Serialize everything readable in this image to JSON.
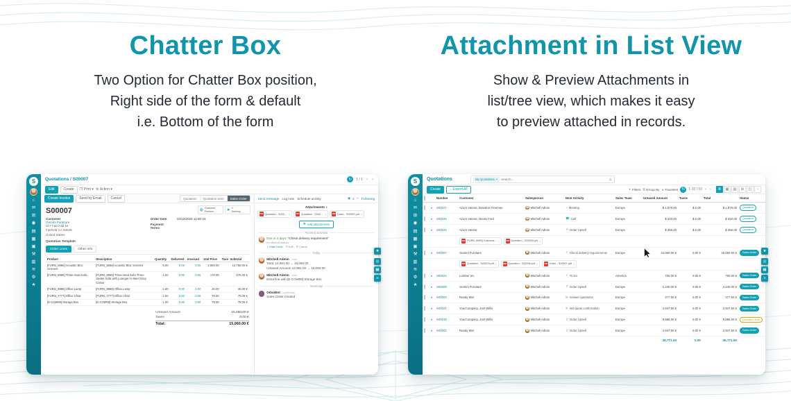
{
  "hero": {
    "left": {
      "title": "Chatter Box",
      "line1": "Two Option for Chatter Box position,",
      "line2": "Right side of the form & default",
      "line3": "i.e. Bottom of the form"
    },
    "right": {
      "title": "Attachment in List View",
      "line1": "Show & Preview Attachments in",
      "line2": "list/tree view, which makes it easy",
      "line3": "to preview attached in records."
    }
  },
  "colors": {
    "accent": "#1195ad",
    "sidebar_teal": "#0f8fa3",
    "button_teal": "#12a0b3",
    "pdf_red": "#e03c31",
    "heading_teal": "#1195ad",
    "body_text": "#222a35",
    "wave_line": "#d9edf1",
    "sent_badge": "#d99e00",
    "activity_green": "#28a745"
  },
  "icons": {
    "logo": "S",
    "refresh": "↻",
    "print": "❒",
    "gear": "⚙",
    "caret_down": "▾",
    "chev_left": "‹",
    "chev_right": "›",
    "followers": "◉",
    "check": "✓",
    "close": "✗",
    "close_x": "×",
    "edit_pencil": "✎",
    "pdf": "PDF",
    "paperclip": "✚",
    "star": "★",
    "search": "◎",
    "apps": "▦",
    "menu": "≡",
    "filter": "▼",
    "group_by": "≣",
    "export_down": "↓",
    "globe": "◍",
    "truck": "➤",
    "expander": "▾",
    "view_list": "≣",
    "view_kanban": "▦",
    "view_calendar": "▤",
    "view_pivot": "⊞",
    "view_graph": "◫",
    "view_activity": "◔"
  },
  "sidebar": {
    "icons": [
      {
        "name": "home",
        "glyph": "⌂"
      },
      {
        "name": "discuss",
        "glyph": "✉"
      },
      {
        "name": "calendar",
        "glyph": "⊞"
      },
      {
        "name": "contacts",
        "glyph": "◉"
      },
      {
        "name": "sales",
        "glyph": "▤"
      },
      {
        "name": "invoicing",
        "glyph": "▦"
      },
      {
        "name": "inventory",
        "glyph": "▣"
      },
      {
        "name": "manufacturing",
        "glyph": "⚒"
      },
      {
        "name": "purchase",
        "glyph": "▥"
      },
      {
        "name": "accounting",
        "glyph": "≋"
      },
      {
        "name": "settings",
        "glyph": "⚙"
      },
      {
        "name": "apps",
        "glyph": "★"
      }
    ]
  },
  "form_app": {
    "breadcrumb": "Quotations / S00007",
    "toolbar": {
      "edit": "Edit",
      "create": "Create",
      "print": "Print",
      "action": "Action"
    },
    "pager": "1 / 1",
    "header_buttons": {
      "create_invoice": "Create Invoice",
      "send_by_email": "Send by Email",
      "cancel": "Cancel"
    },
    "statusbar": [
      "Quotation",
      "Quotation Sent",
      "Sales Order"
    ],
    "smart": {
      "b1_line1": "Customer",
      "b1_line2": "Preview",
      "b2_line1": "2",
      "b2_line2": "Delivery"
    },
    "record_name": "S00007",
    "fields": {
      "customer_label": "Customer",
      "customer_name": "Gemini Furniture",
      "addr1": "317 Fairchild Dr",
      "addr2": "Fairfield CA 94535",
      "addr3": "United States",
      "order_date_label": "Order Date",
      "order_date": "10/12/2022 11:00:23",
      "payment_terms_label": "Payment Terms",
      "quotation_template_label": "Quotation Template"
    },
    "tabs": {
      "order_lines": "Order Lines",
      "other_info": "Other Info"
    },
    "order_table": {
      "headers": [
        "Product",
        "Description",
        "Quantity",
        "Delivered",
        "Invoiced",
        "Unit Price",
        "Taxes",
        "Subtotal"
      ],
      "rows": [
        {
          "product": "[FURN_6666] Acoustic Bloc Screens",
          "description": "[FURN_6666] Acoustic Bloc Screens",
          "qty": "5.00",
          "delivered": "0.00",
          "invoiced": "0.00",
          "unit_price": "2,950.00",
          "taxes": "",
          "subtotal": "14,750.00 €"
        },
        {
          "product": "[FURN_8999] Three-Seat Sofa",
          "description": "[FURN_8999] Three-Seat Sofa  Three Seater Sofa with Lounger in Steel Grey Colour",
          "qty": "1.00",
          "delivered": "0.00",
          "invoiced": "0.00",
          "unit_price": "170.00",
          "taxes": "",
          "subtotal": "170.00 €"
        },
        {
          "product": "[FURN_8888] Office Lamp",
          "description": "[FURN_8888] Office Lamp",
          "qty": "1.00",
          "delivered": "0.00",
          "invoiced": "0.00",
          "unit_price": "40.00",
          "taxes": "",
          "subtotal": "40.00 €"
        },
        {
          "product": "[FURN_7777] Office Chair",
          "description": "[FURN_7777] Office Chair",
          "qty": "1.00",
          "delivered": "0.00",
          "invoiced": "0.00",
          "unit_price": "70.00",
          "taxes": "",
          "subtotal": "70.00 €"
        },
        {
          "product": "[E-COM08] Storage Box",
          "description": "[E-COM08] Storage Box",
          "qty": "1.00",
          "delivered": "0.00",
          "invoiced": "0.00",
          "unit_price": "79.00",
          "taxes": "",
          "subtotal": "79.00 €"
        }
      ]
    },
    "totals": {
      "untaxed_label": "Untaxed Amount:",
      "untaxed": "15,060.00 €",
      "taxes_label": "Taxes",
      "taxes": "0.00 €",
      "total_label": "Total:",
      "total": "15,060.00 €"
    },
    "chatter": {
      "send_message": "Send message",
      "log_note": "Log note",
      "schedule_activity": "Schedule activity",
      "followers_count": "2",
      "following": "Following",
      "attachments_title": "Attachments",
      "attachments": [
        "Quotation - S00023.pdf",
        "Quotation - S00036.pdf",
        "Order - S00007.pdf"
      ],
      "add_attachments": "Add attachments",
      "planned_activities": "Planned activities",
      "activity": {
        "due": "Due in 4 days:",
        "title": "“Check delivery requirement”",
        "assignee": "for Mitchell Admin",
        "mark_done": "Mark Done",
        "edit": "Edit",
        "cancel": "Cancel"
      },
      "today": "Today",
      "msg1": {
        "author": "Mitchell Admin",
        "time": "- now",
        "line1": "Total: 14,981.00 → 15,060.00",
        "line2": "Untaxed Amount: 14,981.00 → 15,060.00"
      },
      "msg2": {
        "author": "Mitchell Admin",
        "time": "- now",
        "line1": "Extra line with [E-COM08] Storage Box"
      },
      "yesterday": "Yesterday",
      "msg3": {
        "author": "OdooBot",
        "time": "- yesterday",
        "line1": "Sales Order created"
      }
    }
  },
  "list_app": {
    "title": "Quotations",
    "search": {
      "chip": "My Quotations",
      "placeholder": "Search..."
    },
    "toolbar": {
      "create": "Create",
      "export_all": "Export All"
    },
    "controls": {
      "filters": "Filters",
      "group_by": "Group By",
      "favorites": "Favorites"
    },
    "pager": "1-10 / 10",
    "headers": [
      "Number",
      "Customer",
      "Salesperson",
      "Next Activity",
      "Sales Team",
      "Untaxed Amount",
      "Taxes",
      "Total",
      "Status"
    ],
    "rows": [
      {
        "number": "S00027",
        "customer": "Azure Interior, Brandon Freeman",
        "salesperson": "Mitchell Admin",
        "activity_icon": "◔",
        "activity": "Meeting",
        "team": "Europe",
        "untaxed": "$ 1,878.00",
        "taxes": "$ 0.00",
        "total": "$ 1,878.00",
        "status": "Quotation",
        "state_kind": "quotation"
      },
      {
        "number": "S00026",
        "customer": "Azure Interior, Nicole Ford",
        "salesperson": "Mitchell Admin",
        "activity_icon": "☎",
        "activity": "Call",
        "team": "Europe",
        "untaxed": "$ 320.00",
        "taxes": "$ 0.00",
        "total": "$ 320.00",
        "status": "Quotation",
        "state_kind": "quotation"
      },
      {
        "number": "S00025",
        "customer": "Azure Interior",
        "salesperson": "Mitchell Admin",
        "activity_icon": "↗",
        "activity": "Order Upsell",
        "team": "Europe",
        "untaxed": "$ 366.00",
        "taxes": "$ 0.00",
        "total": "$ 366.00",
        "status": "Quotation",
        "state_kind": "quotation"
      },
      {
        "number": "S00007",
        "customer": "Gemini Furniture",
        "salesperson": "Mitchell Admin",
        "activity_icon": "✓",
        "activity": "Check delivery requirements",
        "team": "Europe",
        "untaxed": "15,060.00 €",
        "taxes": "0.00 €",
        "total": "15,060.00 €",
        "status": "Sales Order",
        "state_kind": "sale"
      },
      {
        "number": "S00024",
        "customer": "Lumber Inc",
        "salesperson": "Mitchell Admin",
        "activity_icon": "✓",
        "activity": "To Do",
        "team": "America",
        "untaxed": "750.00 €",
        "taxes": "0.00 €",
        "total": "750.00 €",
        "status": "Sales Order",
        "state_kind": "sale"
      },
      {
        "number": "S00008",
        "customer": "Gemini Furniture",
        "salesperson": "Mitchell Admin",
        "activity_icon": "↗",
        "activity": "Order Upsell",
        "team": "Europe",
        "untaxed": "2,240.00 €",
        "taxes": "0.00 €",
        "total": "2,240.00 €",
        "status": "Sales Order",
        "state_kind": "sale"
      },
      {
        "number": "S00003",
        "customer": "Ready Mat",
        "salesperson": "Mitchell Admin",
        "activity_icon": "✉",
        "activity": "Answer questions",
        "team": "Europe",
        "untaxed": "377.50 €",
        "taxes": "0.00 €",
        "total": "377.50 €",
        "status": "Sales Order",
        "state_kind": "sale"
      },
      {
        "number": "S00021",
        "customer": "YourCompany, Joel Willis",
        "salesperson": "Mitchell Admin",
        "activity_icon": "✎",
        "activity": "Set quote confirmation",
        "team": "Europe",
        "untaxed": "2,947.50 €",
        "taxes": "0.00 €",
        "total": "2,947.50 €",
        "status": "Sales Order",
        "state_kind": "sale"
      },
      {
        "number": "S00018",
        "customer": "YourCompany, Joel Willis",
        "salesperson": "Mitchell Admin",
        "activity_icon": "↗",
        "activity": "Order Upsell",
        "team": "Europe",
        "untaxed": "9,885.00 €",
        "taxes": "0.00 €",
        "total": "9,885.00 €",
        "status": "Quotation Sent",
        "state_kind": "sent"
      },
      {
        "number": "S00002",
        "customer": "Ready Mat",
        "salesperson": "Mitchell Admin",
        "activity_icon": "↗",
        "activity": "Order Upsell",
        "team": "Europe",
        "untaxed": "2,947.50 €",
        "taxes": "0.00 €",
        "total": "2,947.50 €",
        "status": "Sales Order",
        "state_kind": "sale"
      }
    ],
    "attach_row_1": {
      "file1": "[FURN_8999] Customiz...",
      "file2": "Quotation - S00025.pdf"
    },
    "attach_row_2": {
      "file1": "Quotation - S00023.pdf",
      "file2": "Quotation - S00036.pdf",
      "file3": "Order - S00007.pdf"
    },
    "totals": {
      "untaxed": "36,771.50",
      "taxes": "0.00",
      "total": "36,771.50"
    }
  }
}
